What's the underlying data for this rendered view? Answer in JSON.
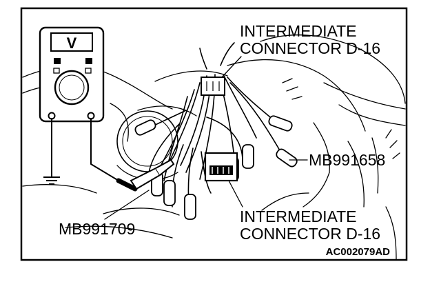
{
  "labels": {
    "top_connector_line1": "INTERMEDIATE",
    "top_connector_line2": "CONNECTOR D-16",
    "bottom_connector_line1": "INTERMEDIATE",
    "bottom_connector_line2": "CONNECTOR D-16",
    "harness_tool": "MB991658",
    "probe_tool": "MB991709",
    "figure_code": "AC002079AD"
  },
  "meter": {
    "display_symbol": "V"
  },
  "colors": {
    "ink": "#000000",
    "paper": "#ffffff"
  }
}
